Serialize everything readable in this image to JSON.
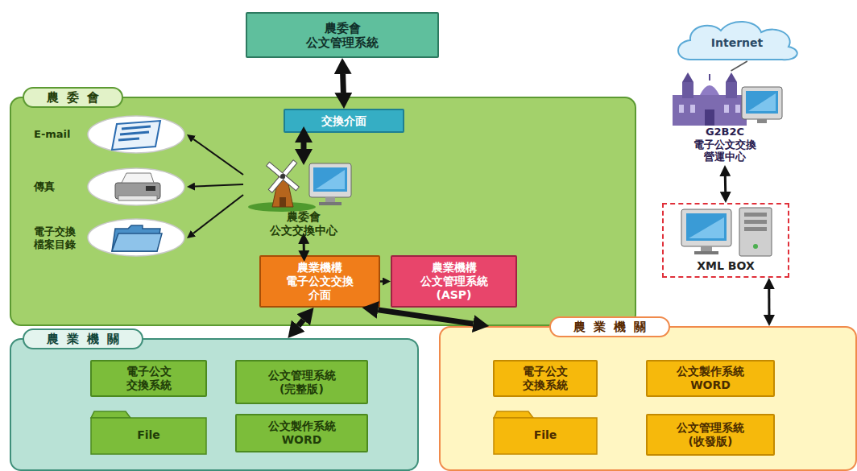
{
  "diagram": {
    "nodes": [
      {
        "text": [
          "農委會 公文管理系統"
        ]
      },
      {
        "text": [
          "農委會"
        ]
      },
      {
        "text": [
          "交換介面"
        ],
        "in": 1
      },
      {
        "text": [
          "農委會 公文交換中心"
        ],
        "in": 1
      },
      {
        "text": [
          "E-mail"
        ],
        "in": 1
      },
      {
        "text": [
          "傳真"
        ],
        "in": 1
      },
      {
        "text": [
          "電子交換 檔案目錄"
        ],
        "in": 1
      },
      {
        "text": [
          "農業機構 電子公文交換 介面"
        ],
        "in": 1
      },
      {
        "text": [
          "農業機構 公文管理系統 (ASP)"
        ],
        "in": 1
      },
      {
        "text": [
          "Internet"
        ]
      },
      {
        "text": [
          "G2B2C 電子公文交換 營運中心"
        ]
      },
      {
        "text": [
          "XML BOX"
        ]
      },
      {
        "text": [
          "農業機關"
        ]
      },
      {
        "text": [
          "電子公文 交換系統"
        ],
        "in": 12
      },
      {
        "text": [
          "公文管理系統 (完整版)"
        ],
        "in": 12
      },
      {
        "text": [
          "File"
        ],
        "in": 12
      },
      {
        "text": [
          "公文製作系統 WORD"
        ],
        "in": 12
      },
      {
        "text": [
          "農業機關"
        ]
      },
      {
        "text": [
          "電子公文 交換系統"
        ],
        "in": 17
      },
      {
        "text": [
          "公文製作系統 WORD"
        ],
        "in": 17
      },
      {
        "text": [
          "File"
        ],
        "in": 17
      },
      {
        "text": [
          "公文管理系統 (收發版)"
        ],
        "in": 17
      }
    ],
    "edges": [
      {
        "from": 0,
        "to": 2,
        "arrow": "both"
      },
      {
        "from": 2,
        "to": 3,
        "arrow": "both"
      },
      {
        "from": 3,
        "to": 4,
        "arrow": "to"
      },
      {
        "from": 3,
        "to": 5,
        "arrow": "to"
      },
      {
        "from": 3,
        "to": 6,
        "arrow": "to"
      },
      {
        "from": 3,
        "to": 7,
        "arrow": "both"
      },
      {
        "from": 7,
        "to": 8,
        "arrow": "to"
      },
      {
        "from": 7,
        "to": 12,
        "arrow": "both"
      },
      {
        "from": 7,
        "to": 17,
        "arrow": "both"
      },
      {
        "from": 9,
        "to": 10,
        "arrow": "none"
      },
      {
        "from": 10,
        "to": 11,
        "arrow": "both"
      },
      {
        "from": 11,
        "to": 17,
        "arrow": "both"
      }
    ]
  }
}
